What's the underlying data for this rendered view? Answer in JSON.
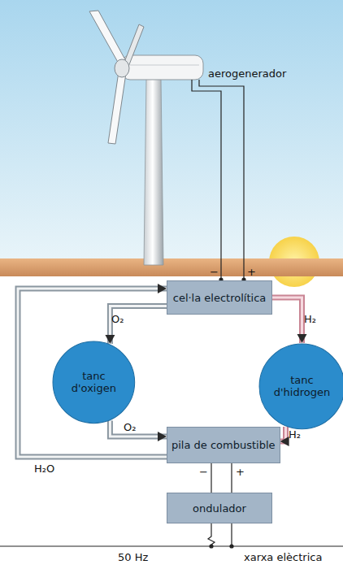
{
  "diagram": {
    "nodes": [
      {
        "text": [
          "cel·la electrolítica"
        ]
      },
      {
        "text": [
          "tanc d'oxigen"
        ]
      },
      {
        "text": [
          "tanc d'hidrogen"
        ]
      },
      {
        "text": [
          "pila de combustible"
        ]
      },
      {
        "text": [
          "ondulador"
        ]
      }
    ],
    "edges": [
      {
        "from": 0,
        "to": 1,
        "arrow": "to",
        "label": "O₂"
      },
      {
        "from": 0,
        "to": 2,
        "arrow": "to",
        "label": "H₂"
      },
      {
        "from": 1,
        "to": 3,
        "arrow": "to",
        "label": "O₂"
      },
      {
        "from": 2,
        "to": 3,
        "arrow": "to",
        "label": "H₂"
      },
      {
        "from": 3,
        "to": 0,
        "arrow": "to",
        "label": "H₂O"
      },
      {
        "from": 3,
        "to": 4,
        "arrow": "none"
      }
    ],
    "labels": [
      "aerogenerador",
      "−",
      "+",
      "−",
      "+",
      "50 Hz",
      "xarxa elèctrica"
    ]
  }
}
